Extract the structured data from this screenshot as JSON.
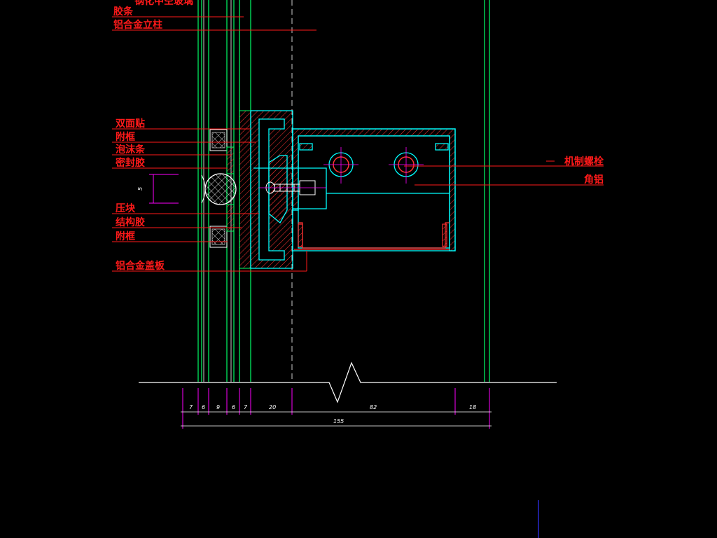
{
  "colors": {
    "background": "#000000",
    "leader": "#ff1a1a",
    "glass_line": "#00ff66",
    "profile_cyan": "#00ffff",
    "hatch_red": "#ff3333",
    "dimension": "#ff00ff",
    "dimension_text": "#ffffff",
    "bolt_axis": "#ff00ff"
  },
  "labels": {
    "top_cut": "钢化中空玻璃",
    "rubber_strip": "胶条",
    "alu_mullion": "铝合金立柱",
    "double_sided_tape": "双面贴",
    "aux_frame_upper": "附框",
    "foam_rod": "泡沫条",
    "sealant": "密封胶",
    "pressure_block": "压块",
    "structural_sealant": "结构胶",
    "aux_frame_lower": "附框",
    "alu_cover": "铝合金盖板",
    "machine_bolt": "机制螺栓",
    "angle_alu": "角铝"
  },
  "dimensions": {
    "joint_width": "5",
    "segments": [
      "7",
      "6",
      "9",
      "6",
      "7",
      "20",
      "82",
      "18"
    ],
    "total": "155"
  }
}
